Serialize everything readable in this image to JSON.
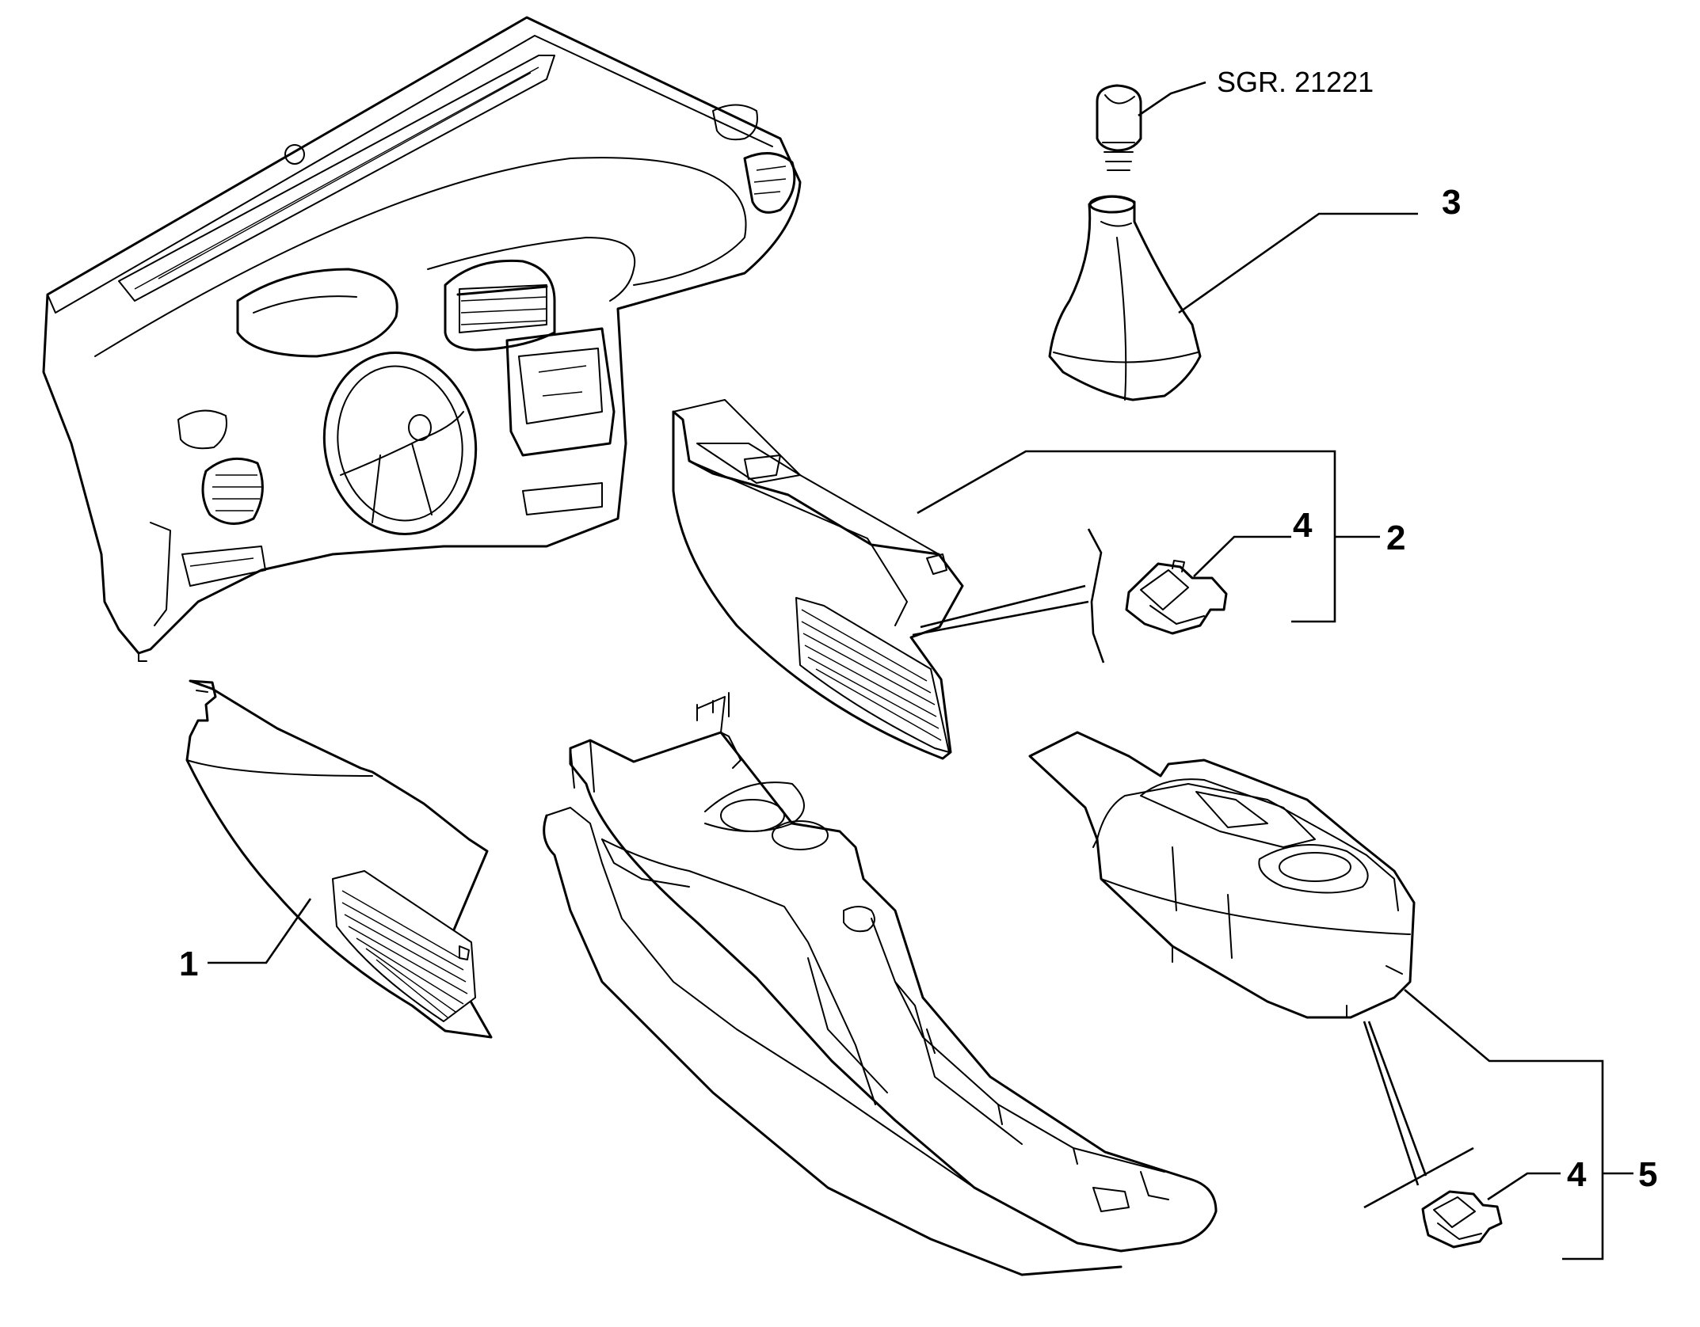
{
  "callouts": {
    "part_1": "1",
    "part_2": "2",
    "part_3": "3",
    "part_4_upper": "4",
    "part_4_lower": "4",
    "part_5": "5"
  },
  "reference": {
    "gear_knob_ref": "SGR. 21221"
  }
}
